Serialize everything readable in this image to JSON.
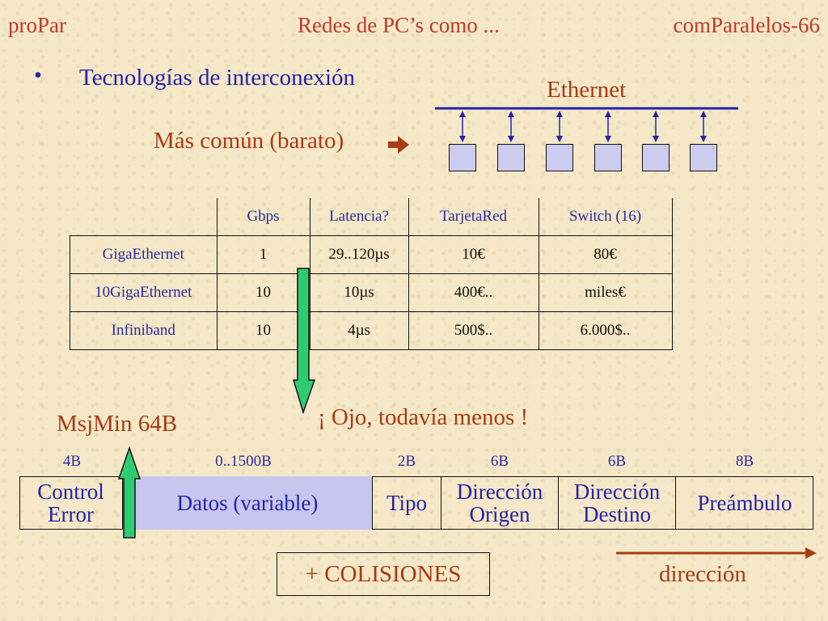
{
  "header": {
    "left": "proPar",
    "center": "Redes de PC’s como ...",
    "right": "comParalelos-66"
  },
  "bullet": {
    "marker": "•",
    "text": "Tecnologías de interconexión"
  },
  "ethernet": {
    "label": "Ethernet",
    "node_count": 6
  },
  "mas_comun": {
    "text": "Más común (barato)",
    "arrow_icon": "right-arrow-icon"
  },
  "table": {
    "headers": [
      "",
      "Gbps",
      "Latencia?",
      "TarjetaRed",
      "Switch (16)"
    ],
    "rows": [
      [
        "GigaEthernet",
        "1",
        "29..120µs",
        "10€",
        "80€"
      ],
      [
        "10GigaEthernet",
        "10",
        "10µs",
        "400€..",
        "miles€"
      ],
      [
        "Infiniband",
        "10",
        "4µs",
        "500$..",
        "6.000$.."
      ]
    ]
  },
  "ojo": "¡ Ojo, todavía menos !",
  "msjmin": "MsjMin 64B",
  "frame": {
    "sizes": [
      "4B",
      "0..1500B",
      "2B",
      "6B",
      "6B",
      "8B"
    ],
    "cells": [
      {
        "line1": "Control",
        "line2": "Error"
      },
      {
        "line1": "Datos (variable)",
        "line2": ""
      },
      {
        "line1": "Tipo",
        "line2": ""
      },
      {
        "line1": "Dirección",
        "line2": "Origen"
      },
      {
        "line1": "Dirección",
        "line2": "Destino"
      },
      {
        "line1": "Preámbulo",
        "line2": ""
      }
    ]
  },
  "colisiones": "+ COLISIONES",
  "direccion": "dirección",
  "colors": {
    "header_red": "#c0392b",
    "label_orange": "#a83a14",
    "label_blue": "#2323a8",
    "green_arrow": "#2ecc71",
    "node_fill": "#ccccee"
  }
}
